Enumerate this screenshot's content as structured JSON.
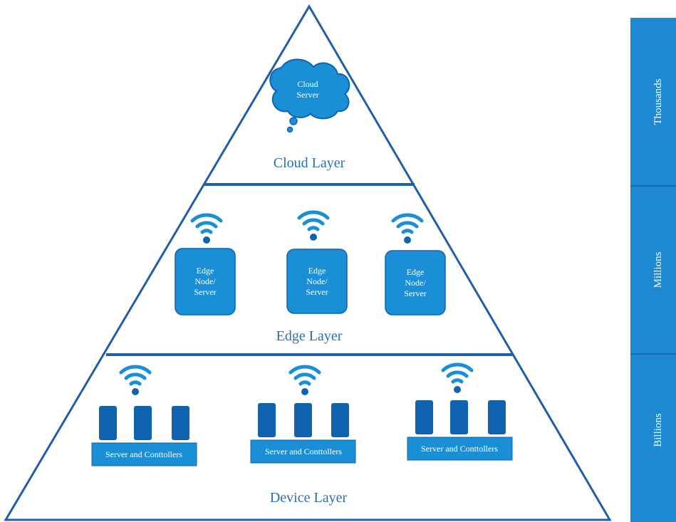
{
  "colors": {
    "outline": "#1f5fa8",
    "fill": "#1a8fd6",
    "dark": "#0f63b0",
    "title": "#2a6fb0",
    "scale": "#1e88d0"
  },
  "layers": {
    "cloud": {
      "title": "Cloud Layer",
      "server_line1": "Cloud",
      "server_line2": "Server",
      "icon": "cloud-icon"
    },
    "edge": {
      "title": "Edge Layer",
      "nodes": [
        {
          "line1": "Edge",
          "line2": "Node/",
          "line3": "Server",
          "icon": "wifi-icon"
        },
        {
          "line1": "Edge",
          "line2": "Node/",
          "line3": "Server",
          "icon": "wifi-icon"
        },
        {
          "line1": "Edge",
          "line2": "Node/",
          "line3": "Server",
          "icon": "wifi-icon"
        }
      ]
    },
    "device": {
      "title": "Device Layer",
      "groups": [
        {
          "label": "Server and Conttollers",
          "icon": "wifi-icon"
        },
        {
          "label": "Server and Conttollers",
          "icon": "wifi-icon"
        },
        {
          "label": "Server and Conttollers",
          "icon": "wifi-icon"
        }
      ]
    }
  },
  "scale": [
    "Thousands",
    "Millions",
    "Billions"
  ]
}
